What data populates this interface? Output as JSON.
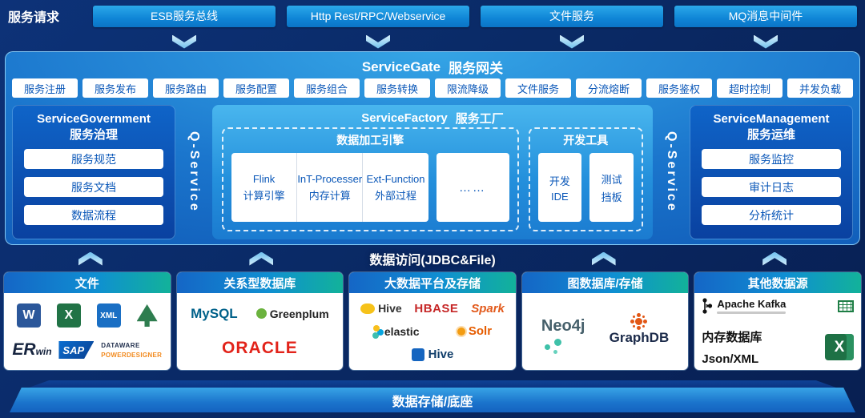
{
  "top": {
    "label": "服务请求",
    "buttons": [
      "ESB服务总线",
      "Http Rest/RPC/Webservice",
      "文件服务",
      "MQ消息中间件"
    ]
  },
  "gateway": {
    "title_en": "ServiceGate",
    "title_cn": "服务网关",
    "features": [
      "服务注册",
      "服务发布",
      "服务路由",
      "服务配置",
      "服务组合",
      "服务转换",
      "限流降级",
      "文件服务",
      "分流熔断",
      "服务鉴权",
      "超时控制",
      "并发负载"
    ]
  },
  "governance": {
    "title_en": "ServiceGovernment",
    "title_cn": "服务治理",
    "items": [
      "服务规范",
      "服务文档",
      "数据流程"
    ]
  },
  "q_service": "Q-Service",
  "factory": {
    "title_en": "ServiceFactory",
    "title_cn": "服务工厂",
    "engine": {
      "title": "数据加工引擎",
      "items": [
        {
          "name": "Flink",
          "sub": "计算引擎"
        },
        {
          "name": "InT-Processer",
          "sub": "内存计算"
        },
        {
          "name": "Ext-Function",
          "sub": "外部过程"
        }
      ],
      "more": "……"
    },
    "devtools": {
      "title": "开发工具",
      "items": [
        {
          "name": "开发",
          "sub": "IDE"
        },
        {
          "name": "测试",
          "sub": "挡板"
        }
      ]
    }
  },
  "management": {
    "title_en": "ServiceManagement",
    "title_cn": "服务运维",
    "items": [
      "服务监控",
      "审计日志",
      "分析统计"
    ]
  },
  "data_access": {
    "label": "数据访问(JDBC&File)"
  },
  "datasources": {
    "files": {
      "title": "文件",
      "word": "W",
      "excel": "X",
      "xml": "XML",
      "erwin_er": "ER",
      "erwin_win": "win",
      "sap": "SAP",
      "dataware": "DATAWARE",
      "powerdesigner": "POWERDESIGNER"
    },
    "relational": {
      "title": "关系型数据库",
      "mysql": "MySQL",
      "greenplum": "Greenplum",
      "oracle": "ORACLE"
    },
    "bigdata": {
      "title": "大数据平台及存储",
      "hive_top": "Hive",
      "hbase": "HBASE",
      "spark": "Spark",
      "elastic": "elastic",
      "solr": "Solr",
      "hive_bottom": "Hive"
    },
    "graph": {
      "title": "图数据库/存储",
      "neo4j": "Neo4j",
      "graphdb": "GraphDB"
    },
    "other": {
      "title": "其他数据源",
      "kafka": "Apache Kafka",
      "excel_x": "X",
      "memdb": "内存数据库",
      "json": "Json/XML"
    }
  },
  "bottom": {
    "label": "数据存储/底座"
  },
  "colors": {
    "navy": "#0a2a66",
    "button_blue": "#0f85d6",
    "panel_blue": "#1b76cd",
    "accent_teal": "#12b29a",
    "box_text_blue": "#0a57b8",
    "oracle_red": "#e2231a",
    "graphdb_orange": "#e25715"
  }
}
